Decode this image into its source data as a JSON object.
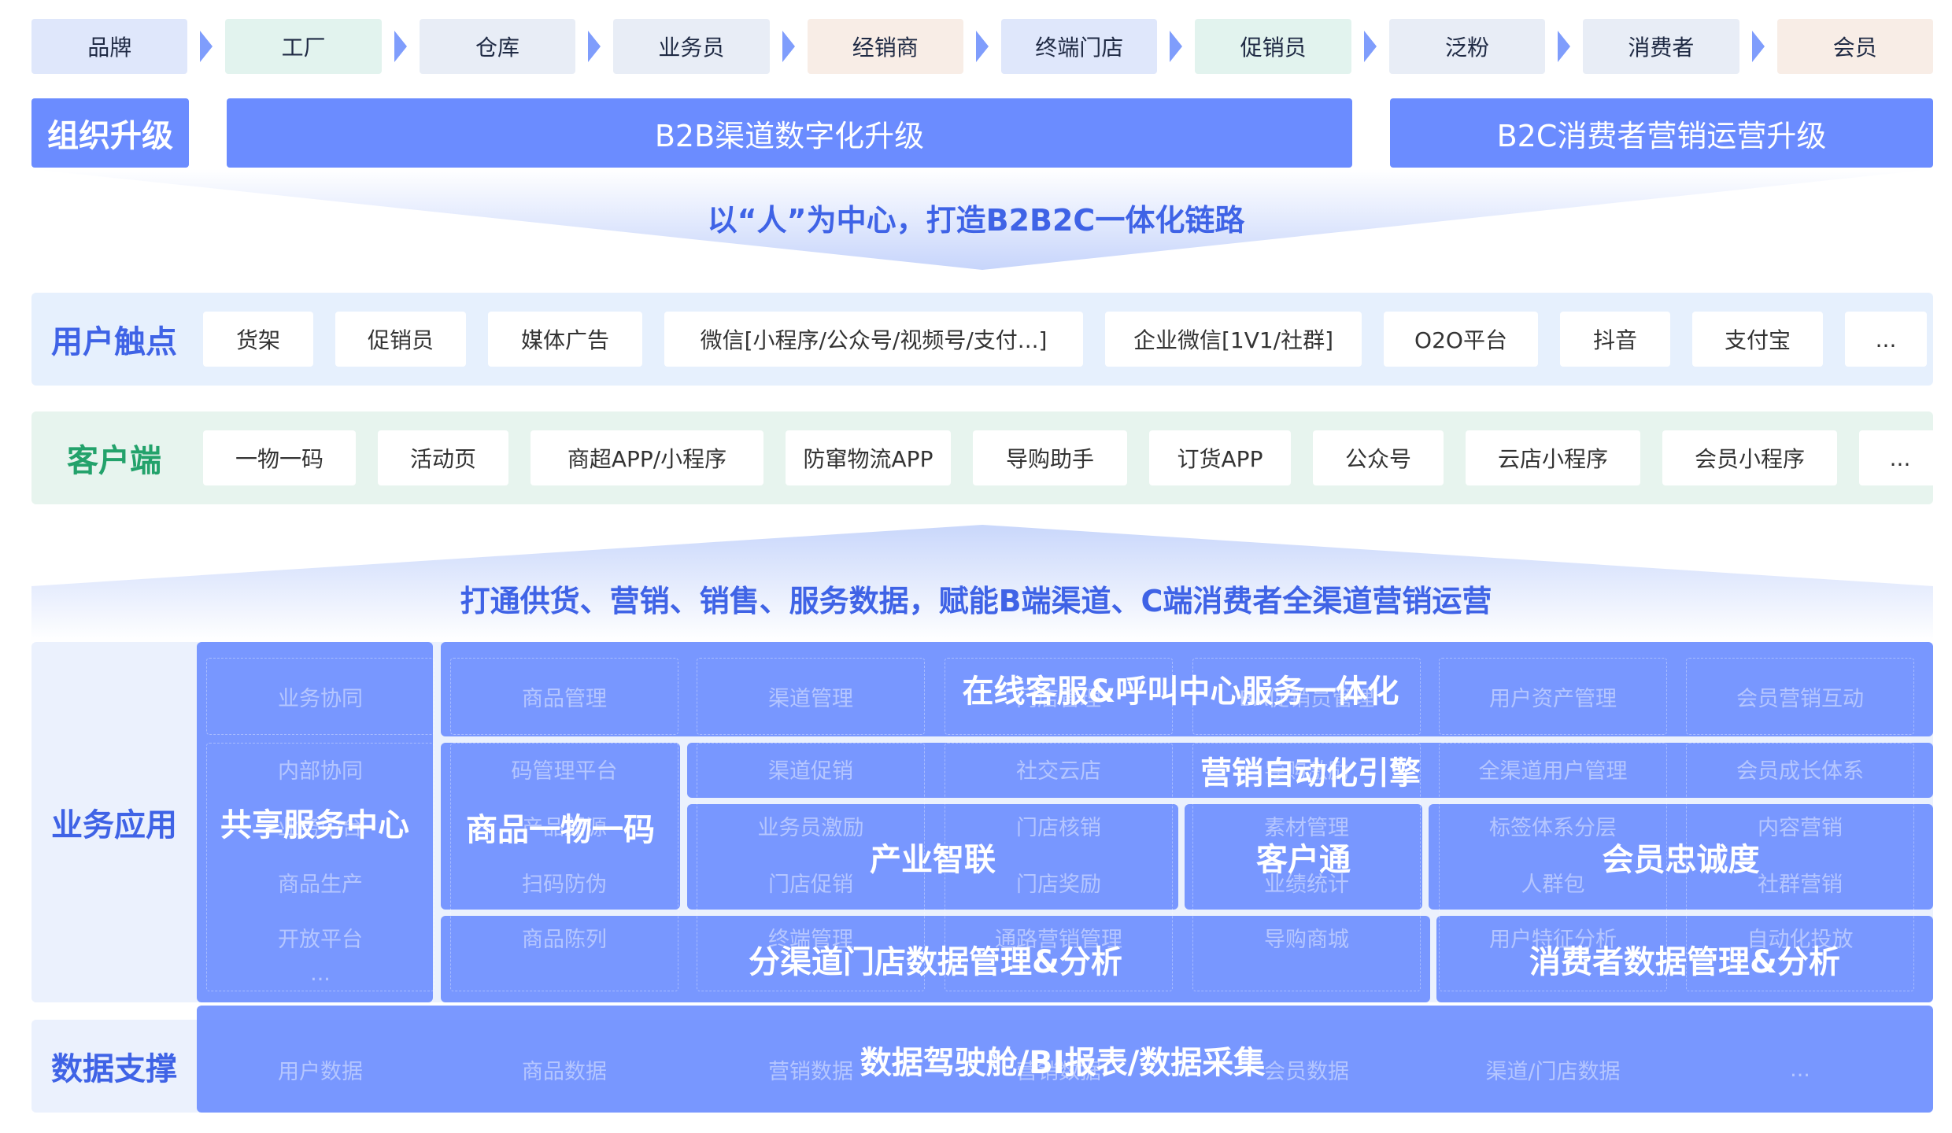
{
  "flow": [
    "品牌",
    "工厂",
    "仓库",
    "业务员",
    "经销商",
    "终端门店",
    "促销员",
    "泛粉",
    "消费者",
    "会员"
  ],
  "flow_colors": [
    "#dfe7fb",
    "#e2f3ee",
    "#e8edf6",
    "#e8edf6",
    "#f8ede6",
    "#dfe7fb",
    "#e2f3ee",
    "#e8edf6",
    "#e8edf6",
    "#f8ede6"
  ],
  "upgrade": {
    "org": "组织升级",
    "b2b": "B2B渠道数字化升级",
    "b2c": "B2C消费者营销运营升级"
  },
  "slogan1": "以“人”为中心，打造B2B2C一体化链路",
  "touchpoints": {
    "label": "用户触点",
    "items": [
      "货架",
      "促销员",
      "媒体广告",
      "微信[小程序/公众号/视频号/支付...]",
      "企业微信[1V1/社群]",
      "O2O平台",
      "抖音",
      "支付宝",
      "..."
    ]
  },
  "clients": {
    "label": "客户端",
    "items": [
      "一物一码",
      "活动页",
      "商超APP/小程序",
      "防窜物流APP",
      "导购助手",
      "订货APP",
      "公众号",
      "云店小程序",
      "会员小程序",
      "..."
    ]
  },
  "slogan2": "打通供货、营销、销售、服务数据，赋能B端渠道、C端消费者全渠道营销运营",
  "business": {
    "label": "业务应用",
    "ghost_headers": [
      "业务协同",
      "商品管理",
      "渠道管理",
      "门店管理",
      "BA促销员管理",
      "用户资产管理",
      "会员营销互动"
    ],
    "ghost_col1": [
      "内部协同",
      "业务中台",
      "商品生产",
      "开放平台",
      "..."
    ],
    "ghost_col2": [
      "码管理平台",
      "产品溯源",
      "扫码防伪",
      "商品陈列"
    ],
    "ghost_col3": [
      "渠道促销",
      "业务员激励",
      "门店促销",
      "终端管理"
    ],
    "ghost_col4": [
      "社交云店",
      "门店核销",
      "门店奖励",
      "通路营销管理"
    ],
    "ghost_col5": [
      "导购激励",
      "素材管理",
      "业绩统计",
      "导购商城"
    ],
    "ghost_col6": [
      "全渠道用户管理",
      "标签体系分层",
      "人群包",
      "用户特征分析"
    ],
    "ghost_col7": [
      "会员成长体系",
      "内容营销",
      "社群营销",
      "自动化投放"
    ],
    "shared": "共享服务中心",
    "product_code": "商品一物一码",
    "online_service": "在线客服&呼叫中心服务一体化",
    "marketing_engine": "营销自动化引擎",
    "industry": "产业智联",
    "customer": "客户通",
    "loyalty": "会员忠诚度",
    "channel_data": "分渠道门店数据管理&分析",
    "consumer_data": "消费者数据管理&分析"
  },
  "data_support": {
    "label": "数据支撑",
    "ghost_items": [
      "用户数据",
      "商品数据",
      "营销数据",
      "营销数据",
      "会员数据",
      "渠道/门店数据",
      "..."
    ],
    "title": "数据驾驶舱/BI报表/数据采集"
  }
}
